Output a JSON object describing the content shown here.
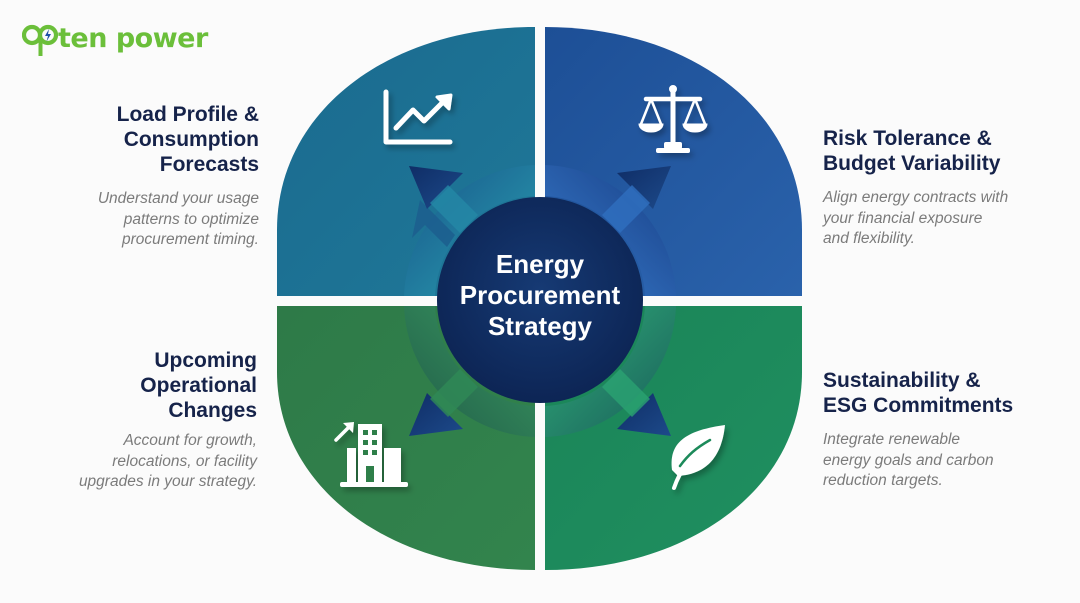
{
  "brand": {
    "logo_text": "ten power",
    "logo_prefix_icon": "magnifier-bolt-icon",
    "colors": {
      "brand_green": "#6bbf3a",
      "bolt_blue": "#1f4fa8"
    }
  },
  "center": {
    "lines": [
      "Energy",
      "Procurement",
      "Strategy"
    ],
    "color": "#0f2a5c"
  },
  "quadrants": [
    {
      "id": "top-left",
      "icon": "trending-chart-icon",
      "color": "#1d6f94",
      "title_lines": [
        "Load Profile &",
        "Consumption",
        "Forecasts"
      ],
      "desc_lines": [
        "Understand your usage",
        "patterns to optimize",
        "procurement timing."
      ]
    },
    {
      "id": "top-right",
      "icon": "balance-scale-icon",
      "color": "#2257a0",
      "title_lines": [
        "Risk Tolerance &",
        "Budget Variability"
      ],
      "desc_lines": [
        "Align energy contracts with",
        "your financial exposure",
        "and flexibility."
      ]
    },
    {
      "id": "bottom-left",
      "icon": "building-growth-icon",
      "color": "#2f7f4a",
      "title_lines": [
        "Upcoming",
        "Operational",
        "Changes"
      ],
      "desc_lines": [
        "Account for growth,",
        "relocations, or facility",
        "upgrades in your strategy."
      ]
    },
    {
      "id": "bottom-right",
      "icon": "leaf-icon",
      "color": "#1e8a5a",
      "title_lines": [
        "Sustainability &",
        "ESG Commitments"
      ],
      "desc_lines": [
        "Integrate renewable",
        "energy goals and carbon",
        "reduction targets."
      ]
    }
  ]
}
